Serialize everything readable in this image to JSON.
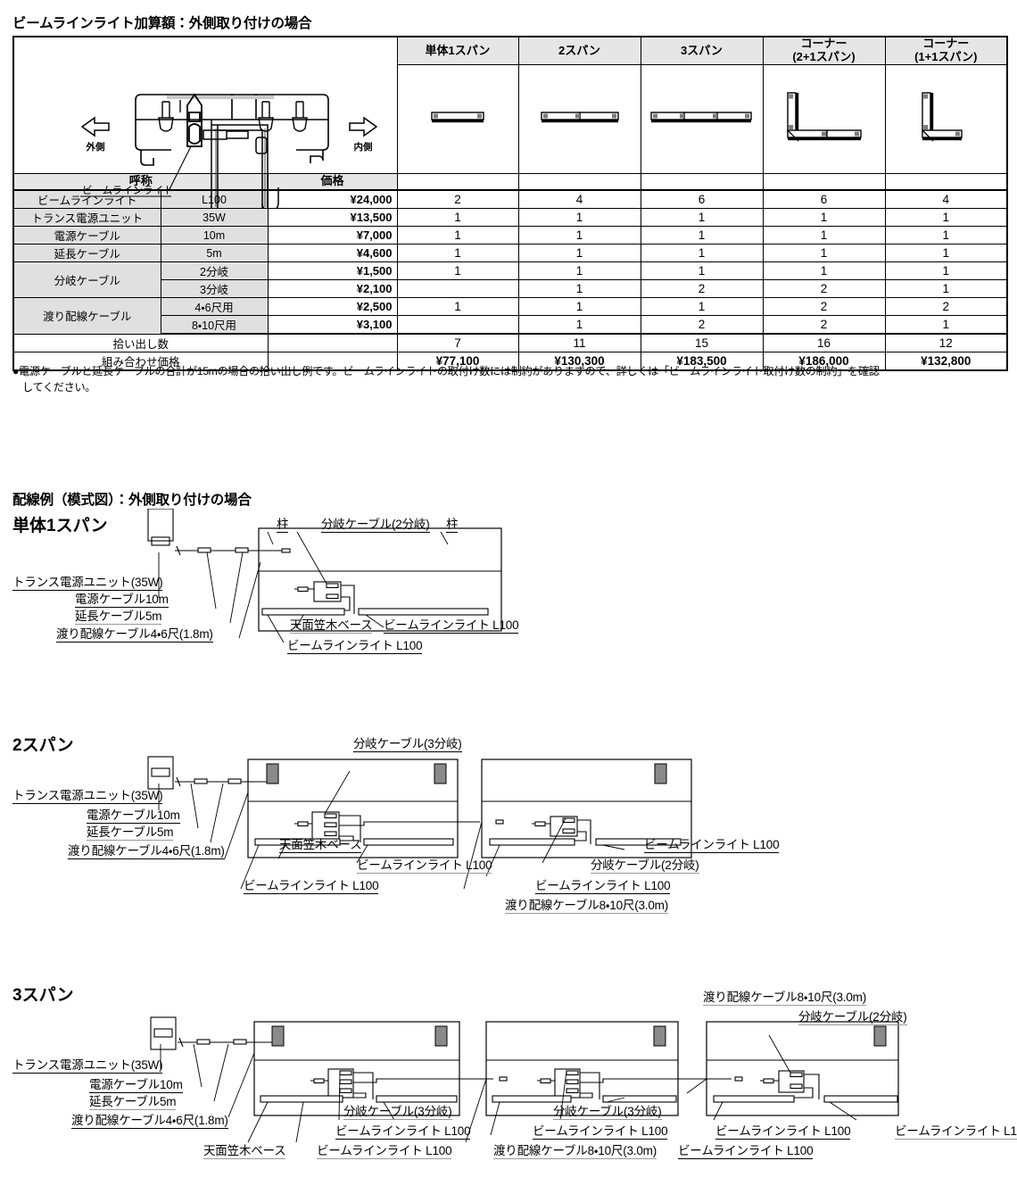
{
  "section1": {
    "title": "ビームラインライト加算額：外側取り付けの場合",
    "figure_label": "ビームラインライト",
    "arrow_left": "外側",
    "arrow_right": "内側",
    "col_headers": [
      "単体1スパン",
      "2スパン",
      "3スパン",
      "コーナー\n(2+1スパン)",
      "コーナー\n(1+1スパン)"
    ],
    "corner_header_line1": "コーナー",
    "corner_header_2plus1": "(2+1スパン)",
    "corner_header_1plus1": "(1+1スパン)",
    "name_header": "呼称",
    "price_header": "価格",
    "rows": [
      {
        "name": "ビームラインライト",
        "spec": "L100",
        "price": "¥24,000",
        "qty": [
          "2",
          "4",
          "6",
          "6",
          "4"
        ]
      },
      {
        "name": "トランス電源ユニット",
        "spec": "35W",
        "price": "¥13,500",
        "qty": [
          "1",
          "1",
          "1",
          "1",
          "1"
        ]
      },
      {
        "name": "電源ケーブル",
        "spec": "10m",
        "price": "¥7,000",
        "qty": [
          "1",
          "1",
          "1",
          "1",
          "1"
        ]
      },
      {
        "name": "延長ケーブル",
        "spec": "5m",
        "price": "¥4,600",
        "qty": [
          "1",
          "1",
          "1",
          "1",
          "1"
        ]
      },
      {
        "name": "分岐ケーブル",
        "spec": "2分岐",
        "price": "¥1,500",
        "qty": [
          "1",
          "1",
          "1",
          "1",
          "1"
        ]
      },
      {
        "name": "",
        "spec": "3分岐",
        "price": "¥2,100",
        "qty": [
          "",
          "1",
          "2",
          "2",
          "1"
        ]
      },
      {
        "name": "渡り配線ケーブル",
        "spec": "4・6尺用",
        "price": "¥2,500",
        "qty": [
          "1",
          "1",
          "1",
          "2",
          "2"
        ]
      },
      {
        "name": "",
        "spec": "8・10尺用",
        "price": "¥3,100",
        "qty": [
          "",
          "1",
          "2",
          "2",
          "1"
        ]
      }
    ],
    "count_label": "拾い出し数",
    "counts": [
      "7",
      "11",
      "15",
      "16",
      "12"
    ],
    "combo_label": "組み合わせ価格",
    "combo_prices": [
      "¥77,100",
      "¥130,300",
      "¥183,500",
      "¥186,000",
      "¥132,800"
    ],
    "footnote_line1": "●電源ケーブルと延長ケーブルの合計が15mの場合の拾い出し例です。ビームラインライトの取付け数には制約がありますので、詳しくは「ビームラインライト取付け数の制約」を確認",
    "footnote_line2": "してください。"
  },
  "section2": {
    "title": "配線例（模式図）：外側取り付けの場合",
    "common_labels": {
      "transformer": "トランス電源ユニット(35W)",
      "power_cable": "電源ケーブル10m",
      "ext_cable": "延長ケーブル5m",
      "cross_cable_46": "渡り配線ケーブル4・6尺(1.8m)",
      "cross_cable_810": "渡り配線ケーブル8・10尺(3.0m)",
      "branch2": "分岐ケーブル(2分岐)",
      "branch3": "分岐ケーブル(3分岐)",
      "pillar": "柱",
      "kasagi": "天面笠木ベース",
      "light": "ビームラインライト L100"
    },
    "diagrams": [
      {
        "name": "単体1スパン"
      },
      {
        "name": "2スパン"
      },
      {
        "name": "3スパン"
      }
    ]
  }
}
